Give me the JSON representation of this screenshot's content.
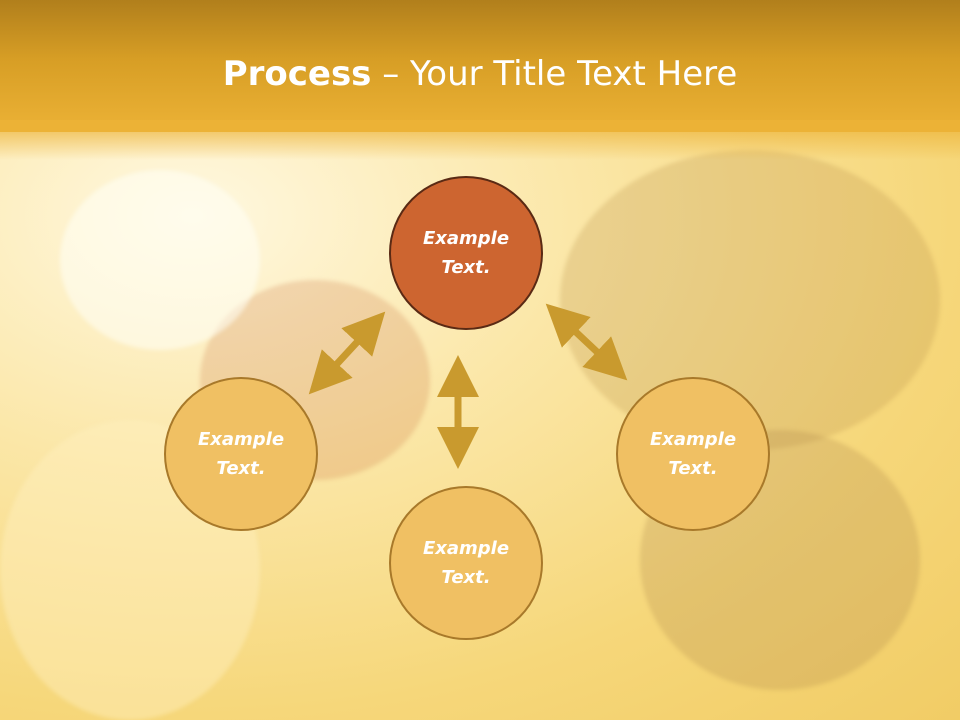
{
  "title": {
    "bold": "Process",
    "rest": " – Your Title Text Here"
  },
  "nodes": {
    "top": "Example\nText.",
    "left": "Example\nText.",
    "bottom": "Example\nText.",
    "right": "Example\nText."
  },
  "colors": {
    "header": "#d79e25",
    "center_fill": "#cd6530",
    "center_border": "#5a2a14",
    "outer_fill": "#f0c063",
    "outer_border": "#a8792a",
    "arrow": "#c99a2e"
  }
}
